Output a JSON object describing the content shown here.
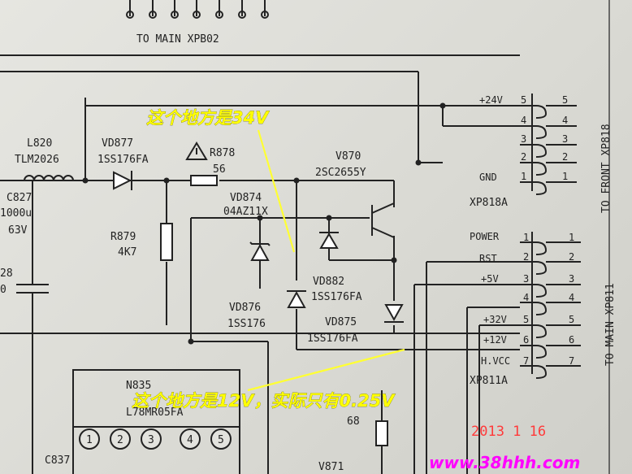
{
  "header": {
    "to_main_xpb02": "TO MAIN XPB02"
  },
  "components": {
    "l820": {
      "ref": "L820",
      "value": "TLM2026"
    },
    "c827": {
      "ref": "C827",
      "value1": "1000u",
      "value2": "63V"
    },
    "c828_fragment": "28",
    "c828_fragment2": "0",
    "vd877": {
      "ref": "VD877",
      "value": "1SS176FA"
    },
    "r878": {
      "ref": "R878",
      "value": "56"
    },
    "v870": {
      "ref": "V870",
      "value": "2SC2655Y"
    },
    "vd874": {
      "ref": "VD874",
      "value": "04AZ11X"
    },
    "r879": {
      "ref": "R879",
      "value": "4K7"
    },
    "vd882": {
      "ref": "VD882",
      "value": "1SS176FA"
    },
    "vd876": {
      "ref": "VD876",
      "value": "1SS176"
    },
    "vd875": {
      "ref": "VD875",
      "value": "1SS176FA"
    },
    "n835": {
      "ref": "N835",
      "value": "L78MR05FA",
      "pins": [
        "1",
        "2",
        "3",
        "4",
        "5"
      ]
    },
    "c837": {
      "ref": "C837"
    },
    "r_bottom": {
      "value": "68"
    },
    "v871": {
      "ref": "V871"
    }
  },
  "xp818": {
    "title": "TO FRONT XP818",
    "connector": "XP818A",
    "signals": [
      "+24V",
      "",
      "",
      "",
      "GND"
    ],
    "pins": [
      "5",
      "4",
      "3",
      "2",
      "1"
    ]
  },
  "xp811": {
    "title": "TO MAIN XP811",
    "connector": "XP811A",
    "signals": [
      "POWER",
      "RST",
      "+5V",
      "",
      "+32V",
      "+12V",
      "H.VCC"
    ],
    "pins": [
      "1",
      "2",
      "3",
      "4",
      "5",
      "6",
      "7"
    ]
  },
  "annotations": {
    "top": "这个地方是34V",
    "bottom": "这个地方是12V，实际只有0.25V"
  },
  "photo_date": "2013  1  16",
  "watermark": "www.38hhh.com",
  "colors": {
    "annotation": "#ffff00",
    "date_stamp": "#ff3a3a",
    "watermark": "#ff00ff",
    "ink": "#222222"
  }
}
